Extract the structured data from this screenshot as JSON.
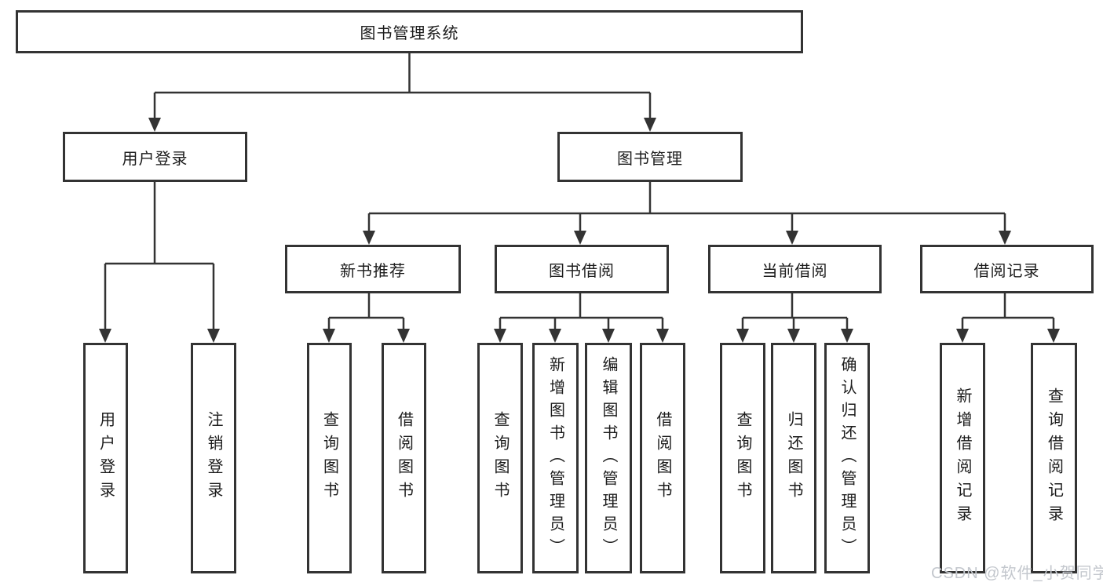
{
  "tree": {
    "root": {
      "label": "图书管理系统"
    },
    "branches": [
      {
        "label": "用户登录",
        "children": [
          {
            "label": "用户登录"
          },
          {
            "label": "注销登录"
          }
        ]
      },
      {
        "label": "图书管理",
        "sections": [
          {
            "label": "新书推荐",
            "children": [
              {
                "label": "查询图书"
              },
              {
                "label": "借阅图书"
              }
            ]
          },
          {
            "label": "图书借阅",
            "children": [
              {
                "label": "查询图书"
              },
              {
                "label": "新增图书（管理员）"
              },
              {
                "label": "编辑图书（管理员）"
              },
              {
                "label": "借阅图书"
              }
            ]
          },
          {
            "label": "当前借阅",
            "children": [
              {
                "label": "查询图书"
              },
              {
                "label": "归还图书"
              },
              {
                "label": "确认归还（管理员）"
              }
            ]
          },
          {
            "label": "借阅记录",
            "children": [
              {
                "label": "新增借阅记录"
              },
              {
                "label": "查询借阅记录"
              }
            ]
          }
        ]
      }
    ],
    "watermark": "CSDN @软件_小贺同学",
    "colors": {
      "line": "#333333",
      "text": "#1c1c1c",
      "watermark": "#c3c7cd",
      "background": "#ffffff"
    }
  }
}
